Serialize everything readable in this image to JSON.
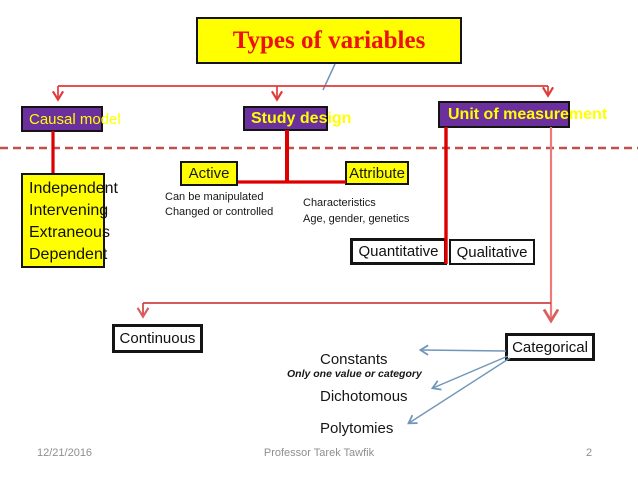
{
  "slide": {
    "title": "Types of variables",
    "footer": {
      "date": "12/21/2016",
      "author": "Professor Tarek Tawfik",
      "page": "2"
    }
  },
  "branches": {
    "causal_model": {
      "label": "Causal model",
      "items": [
        "Independent",
        "Intervening",
        "Extraneous",
        "Dependent"
      ]
    },
    "study_design": {
      "label": "Study design",
      "active": "Active",
      "attribute": "Attribute",
      "active_note": [
        "Can be manipulated",
        "Changed or controlled"
      ],
      "attribute_note": [
        "Characteristics",
        "Age, gender, genetics"
      ]
    },
    "unit_of_measurement": {
      "label": "Unit of measurement",
      "quantitative": "Quantitative",
      "qualitative": "Qualitative",
      "continuous": "Continuous",
      "categorical": "Categorical",
      "constants": "Constants",
      "constants_note": "Only one value or category",
      "dichotomous": "Dichotomous",
      "polytomies": "Polytomies"
    }
  },
  "colors": {
    "box_purple": "#6B2F9E",
    "box_yellow": "#FFFF00",
    "title_red": "#EE1111",
    "connector_red": "#E03A3A",
    "connector_red_thick": "#DE0000",
    "connector_red_light": "#EE7B7B",
    "connector_red_branch": "#CC4444",
    "dashed_red": "#C0504D",
    "arrow_blue": "#7096B8",
    "footer_gray": "#8F8F8F"
  }
}
